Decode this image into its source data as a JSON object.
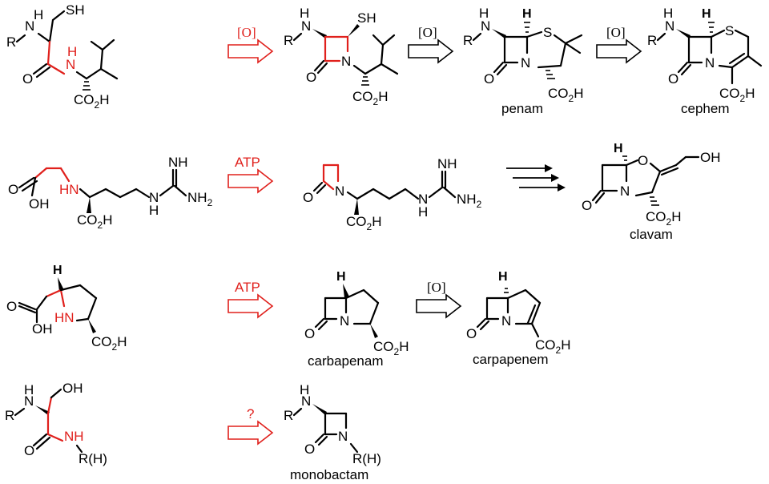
{
  "figure": {
    "rows": [
      {
        "id": "row-penicillin",
        "reagent_labels": [
          "[O]",
          "[O]",
          "[O]"
        ],
        "names": [
          "penam",
          "cephem"
        ]
      },
      {
        "id": "row-clavam",
        "reagent_labels": [
          "ATP"
        ],
        "names": [
          "clavam"
        ]
      },
      {
        "id": "row-carbapenem",
        "reagent_labels": [
          "ATP",
          "[O]"
        ],
        "names": [
          "carbapenam",
          "carpapenem"
        ]
      },
      {
        "id": "row-monobactam",
        "reagent_labels": [
          "?"
        ],
        "names": [
          "monobactam"
        ]
      }
    ],
    "atoms": {
      "R": "R",
      "N": "N",
      "H": "H",
      "NH": "NH",
      "HN": "HN",
      "SH": "SH",
      "S": "S",
      "O": "O",
      "OH": "OH",
      "NH2": "NH",
      "sub2": "2",
      "CO2H_main": "CO",
      "CO2H_H": "H",
      "RH": "R(H)"
    },
    "colors": {
      "highlight": "#e0201c",
      "ink": "#000000"
    }
  }
}
